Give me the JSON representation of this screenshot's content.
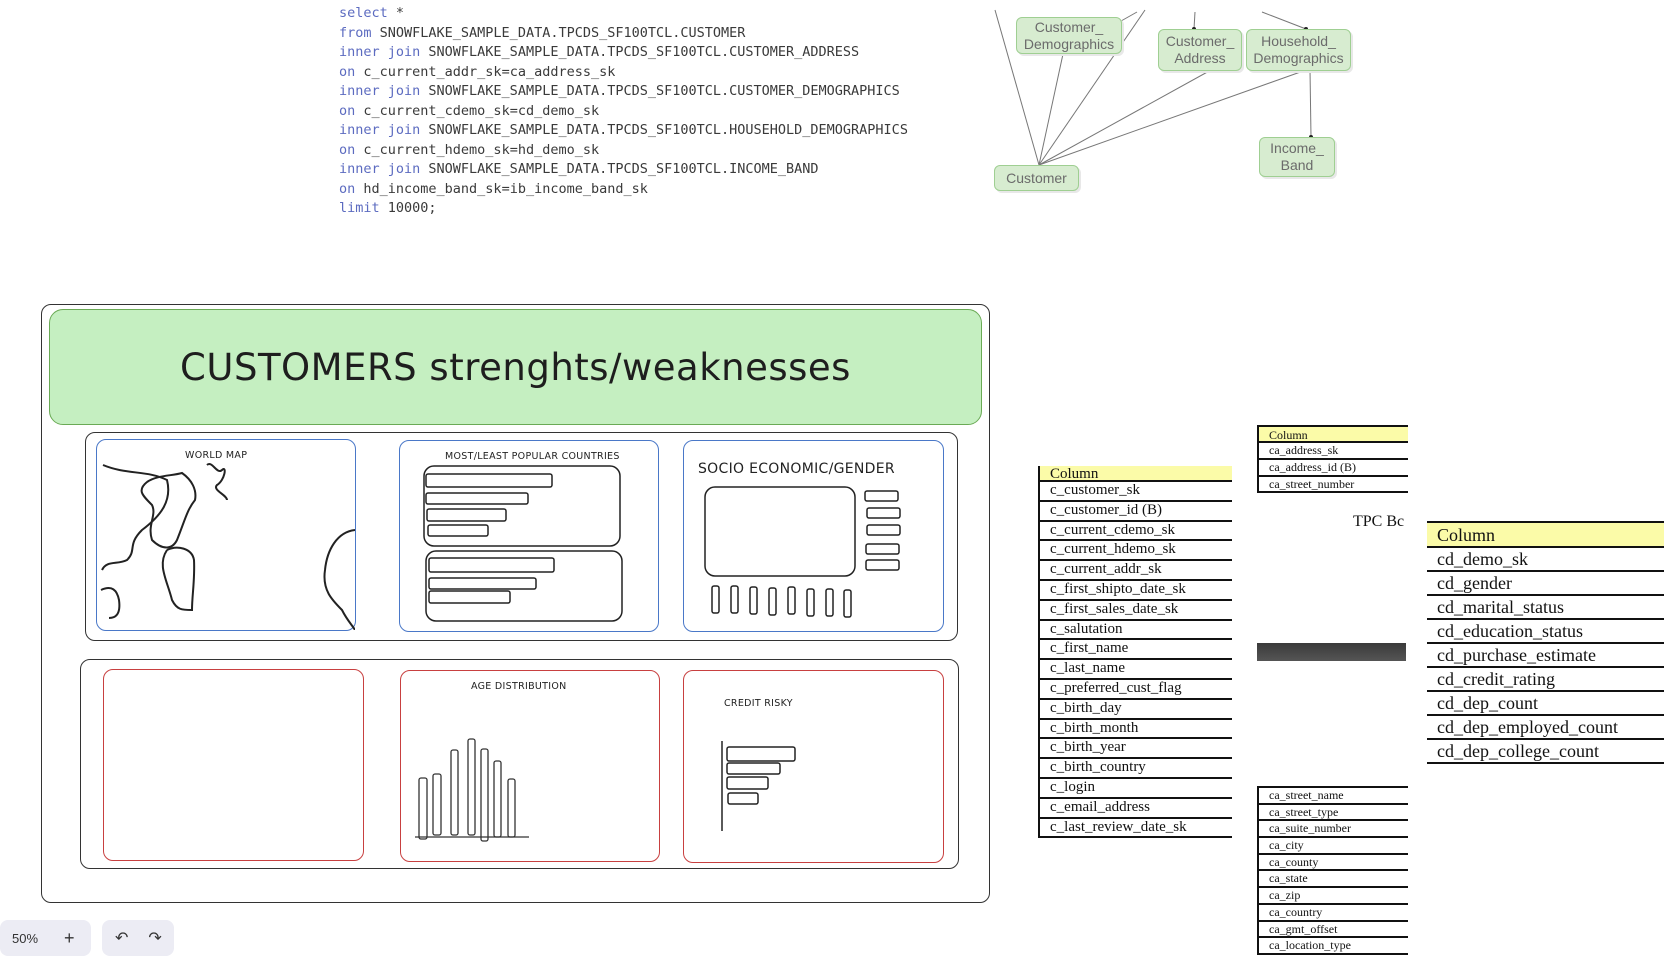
{
  "sql": [
    {
      "kw": "select",
      "rest": " *"
    },
    {
      "kw": "from",
      "rest": " SNOWFLAKE_SAMPLE_DATA.TPCDS_SF100TCL.CUSTOMER"
    },
    {
      "kw": "inner join",
      "rest": " SNOWFLAKE_SAMPLE_DATA.TPCDS_SF100TCL.CUSTOMER_ADDRESS"
    },
    {
      "kw": "on",
      "rest": " c_current_addr_sk=ca_address_sk"
    },
    {
      "kw": "inner join",
      "rest": " SNOWFLAKE_SAMPLE_DATA.TPCDS_SF100TCL.CUSTOMER_DEMOGRAPHICS"
    },
    {
      "kw": "on",
      "rest": " c_current_cdemo_sk=cd_demo_sk"
    },
    {
      "kw": "inner join",
      "rest": " SNOWFLAKE_SAMPLE_DATA.TPCDS_SF100TCL.HOUSEHOLD_DEMOGRAPHICS"
    },
    {
      "kw": "on",
      "rest": " c_current_hdemo_sk=hd_demo_sk"
    },
    {
      "kw": "inner join",
      "rest": " SNOWFLAKE_SAMPLE_DATA.TPCDS_SF100TCL.INCOME_BAND"
    },
    {
      "kw": "on",
      "rest": " hd_income_band_sk=ib_income_band_sk"
    },
    {
      "kw": "limit",
      "rest": " 10000;"
    }
  ],
  "diagram": {
    "customer_demographics": [
      "Customer_",
      "Demographics"
    ],
    "customer_address": [
      "Customer_",
      "Address"
    ],
    "household_demographics": [
      "Household_",
      "Demographics"
    ],
    "income_band": [
      "Income_",
      "Band"
    ],
    "customer": "Customer"
  },
  "dashboard": {
    "title": "CUSTOMERS strenghts/weaknesses",
    "panels": {
      "world_map": "WORLD MAP",
      "popular_countries": "MOST/LEAST POPULAR COUNTRIES",
      "socio_economic": "SOCIO ECONOMIC/GENDER",
      "age_distribution": "AGE DISTRIBUTION",
      "credit_risky": "CREDIT RISKY"
    }
  },
  "customer_table": {
    "header": "Column",
    "rows": [
      "c_customer_sk",
      "c_customer_id (B)",
      "c_current_cdemo_sk",
      "c_current_hdemo_sk",
      "c_current_addr_sk",
      "c_first_shipto_date_sk",
      "c_first_sales_date_sk",
      "c_salutation",
      "c_first_name",
      "c_last_name",
      "c_preferred_cust_flag",
      "c_birth_day",
      "c_birth_month",
      "c_birth_year",
      "c_birth_country",
      "c_login",
      "c_email_address",
      "c_last_review_date_sk"
    ]
  },
  "address_table_top": {
    "header": "Column",
    "rows": [
      "ca_address_sk",
      "ca_address_id (B)",
      "ca_street_number"
    ]
  },
  "tpc_fragment": "TPC Bc",
  "address_table_bottom": {
    "rows": [
      "ca_street_name",
      "ca_street_type",
      "ca_suite_number",
      "ca_city",
      "ca_county",
      "ca_state",
      "ca_zip",
      "ca_country",
      "ca_gmt_offset",
      "ca_location_type"
    ]
  },
  "demographics_table": {
    "header": "Column",
    "rows": [
      "cd_demo_sk",
      "cd_gender",
      "cd_marital_status",
      "cd_education_status",
      "cd_purchase_estimate",
      "cd_credit_rating",
      "cd_dep_count",
      "cd_dep_employed_count",
      "cd_dep_college_count"
    ]
  },
  "toolbar": {
    "zoom": "50%",
    "zoom_in": "+",
    "undo": "↶",
    "redo": "↷"
  }
}
